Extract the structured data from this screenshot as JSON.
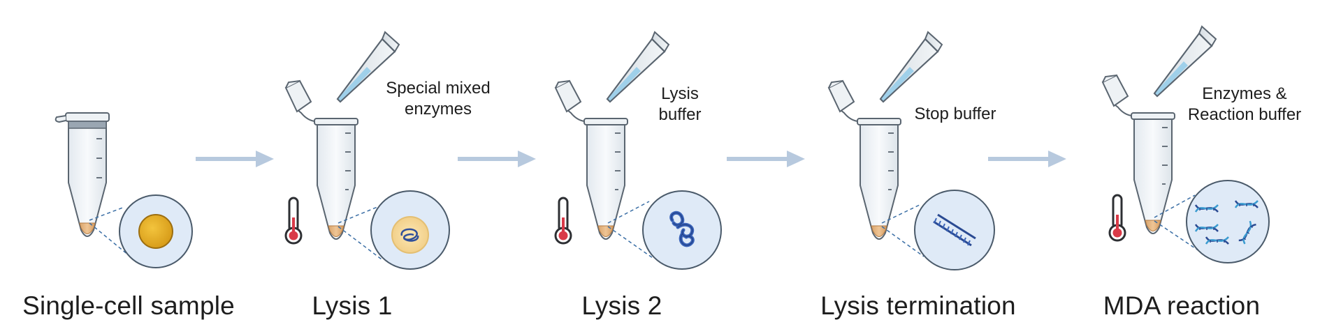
{
  "steps": [
    {
      "label": "Single-cell sample",
      "reagent": []
    },
    {
      "label": "Lysis 1",
      "reagent": [
        "Special mixed",
        "enzymes"
      ]
    },
    {
      "label": "Lysis 2",
      "reagent": [
        "Lysis",
        "buffer"
      ]
    },
    {
      "label": "Lysis termination",
      "reagent": [
        "Stop buffer"
      ]
    },
    {
      "label": "MDA reaction",
      "reagent": [
        "Enzymes &",
        "Reaction buffer"
      ]
    }
  ],
  "colors": {
    "arrow": "#b7c9de",
    "tube_fill": "#f1f4f7",
    "tube_stroke": "#5a6570",
    "sample": "#e2b27c",
    "circle_fill": "#dfeaf7",
    "circle_stroke": "#4a5a6a",
    "cell": "#e8b22c",
    "dna": "#3a63b8",
    "thermometer_red": "#d93a48"
  },
  "icons": [
    "microtube-icon",
    "pipette-icon",
    "thermometer-icon",
    "cell-icon",
    "dna-icon",
    "arrow-icon"
  ]
}
